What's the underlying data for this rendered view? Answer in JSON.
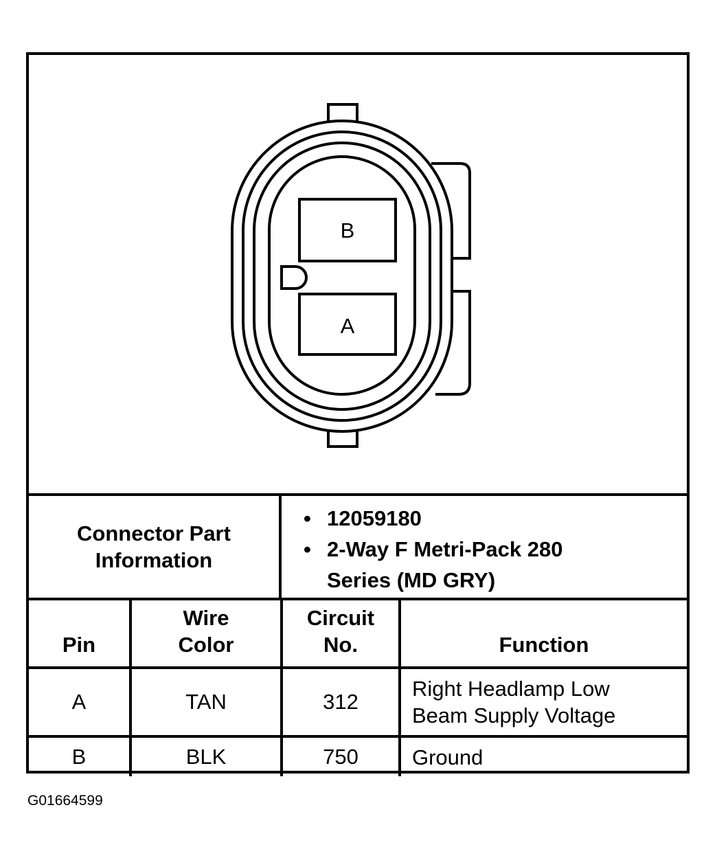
{
  "connector_drawing": {
    "cavity_b_label": "B",
    "cavity_a_label": "A"
  },
  "connector_info": {
    "label": "Connector Part Information",
    "items": [
      {
        "bullet": "•",
        "text": "12059180"
      },
      {
        "bullet": "•",
        "text": "2-Way F Metri-Pack 280 Series (MD GRY)"
      }
    ]
  },
  "pin_table": {
    "headers": {
      "pin": "Pin",
      "wire_color": "Wire Color",
      "circuit_no": "Circuit No.",
      "function": "Function"
    },
    "rows": [
      {
        "pin": "A",
        "wire_color": "TAN",
        "circuit_no": "312",
        "function": "Right Headlamp Low Beam Supply Voltage"
      },
      {
        "pin": "B",
        "wire_color": "BLK",
        "circuit_no": "750",
        "function": "Ground"
      }
    ]
  },
  "figure_id": "G01664599"
}
